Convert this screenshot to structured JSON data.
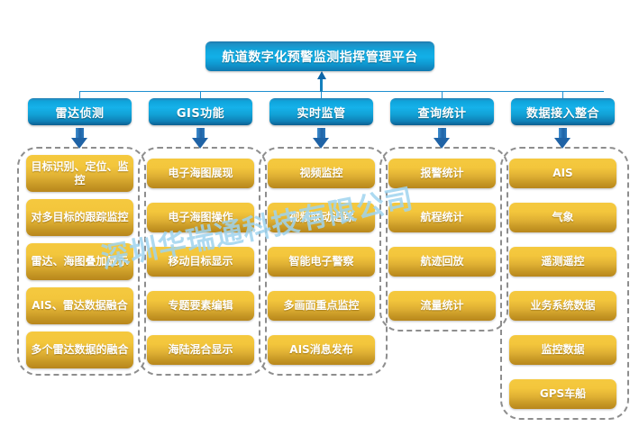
{
  "diagram": {
    "title": "航道数字化预警监测指挥管理平台",
    "colors": {
      "header_blue": "#12b0e8",
      "leaf_gold": "#f3c63c",
      "container_dashed": "#8e8e8e",
      "connector_blue": "#1f8fd0",
      "arrow_blue": "#1f63a6",
      "watermark": "#9fd4ef"
    },
    "watermark": "深圳华瑞通科技有限公司",
    "columns": [
      {
        "header": "雷达侦测",
        "items": [
          "目标识别、定位、监控",
          "对多目标的跟踪监控",
          "雷达、海图叠加显示",
          "AIS、雷达数据融合",
          "多个雷达数据的融合"
        ]
      },
      {
        "header": "GIS功能",
        "items": [
          "电子海图展现",
          "电子海图操作",
          "移动目标显示",
          "专题要素编辑",
          "海陆混合显示"
        ]
      },
      {
        "header": "实时监管",
        "items": [
          "视频监控",
          "视频联动追踪",
          "智能电子警察",
          "多画面重点监控",
          "AIS消息发布"
        ]
      },
      {
        "header": "查询统计",
        "items": [
          "报警统计",
          "航程统计",
          "航迹回放",
          "流量统计"
        ]
      },
      {
        "header": "数据接入整合",
        "items": [
          "AIS",
          "气象",
          "遥测遥控",
          "业务系统数据",
          "监控数据",
          "GPS车船"
        ]
      }
    ]
  }
}
